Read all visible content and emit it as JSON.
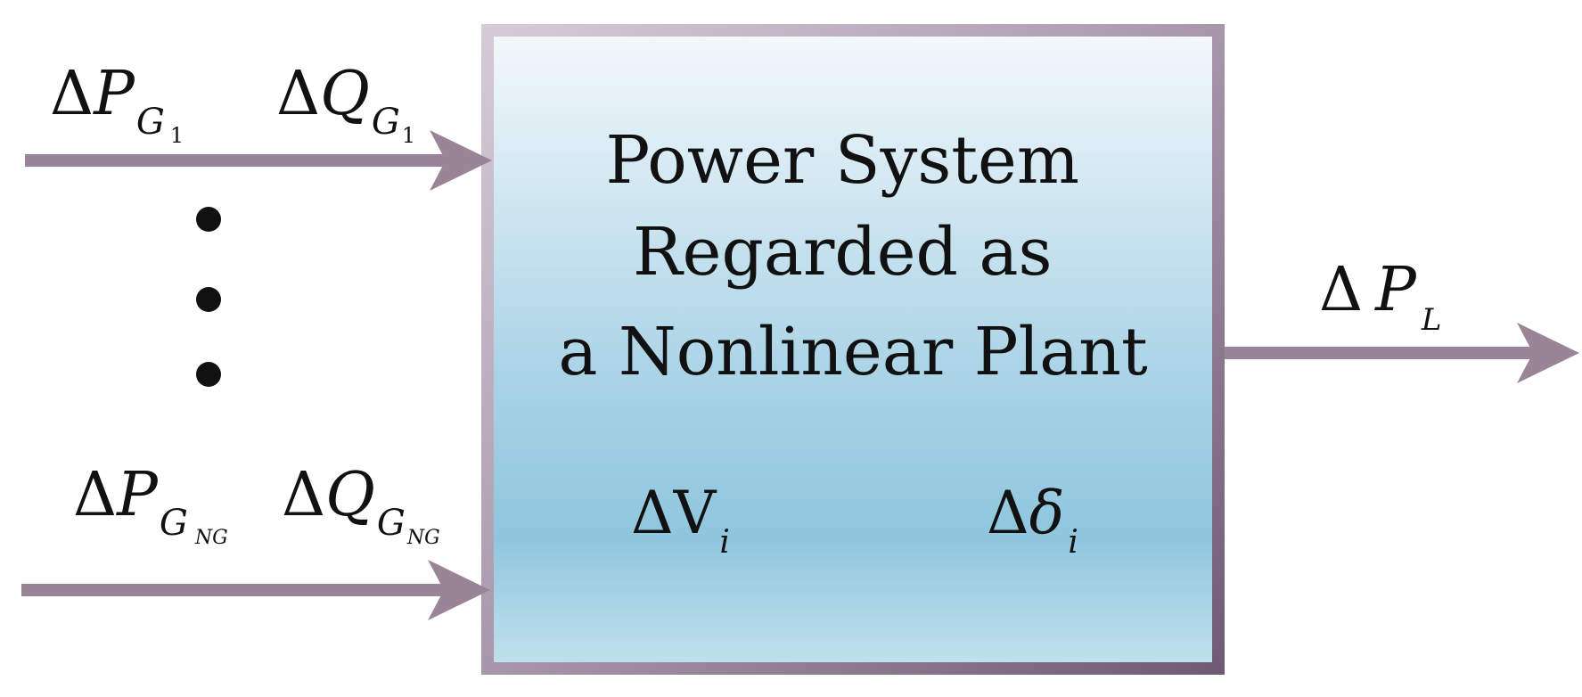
{
  "block": {
    "title_lines": [
      "Power System",
      "Regarded as",
      "a Nonlinear Plant"
    ],
    "internal_labels": [
      {
        "delta": "Δ",
        "symbol": "V",
        "subscript": "i"
      },
      {
        "delta": "Δ",
        "symbol": "δ",
        "subscript": "i"
      }
    ]
  },
  "inputs": [
    {
      "p": {
        "delta": "Δ",
        "symbol": "P",
        "sub_main": "G",
        "sub_index": "1"
      },
      "q": {
        "delta": "Δ",
        "symbol": "Q",
        "sub_main": "G",
        "sub_index": "1"
      }
    },
    {
      "p": {
        "delta": "Δ",
        "symbol": "P",
        "sub_main": "G",
        "sub_index": "NG"
      },
      "q": {
        "delta": "Δ",
        "symbol": "Q",
        "sub_main": "G",
        "sub_index": "NG"
      }
    }
  ],
  "output": {
    "delta": "Δ",
    "symbol": "P",
    "subscript": "L"
  },
  "colors": {
    "arrow": "#9a8498",
    "border_light": "#d6ccd8",
    "border_dark": "#6e5a74",
    "fill_top": "#f2f8fb",
    "fill_mid": "#8fc6de",
    "fill_bottom": "#bfe0ec",
    "text": "#111111",
    "dots": "#111111"
  }
}
